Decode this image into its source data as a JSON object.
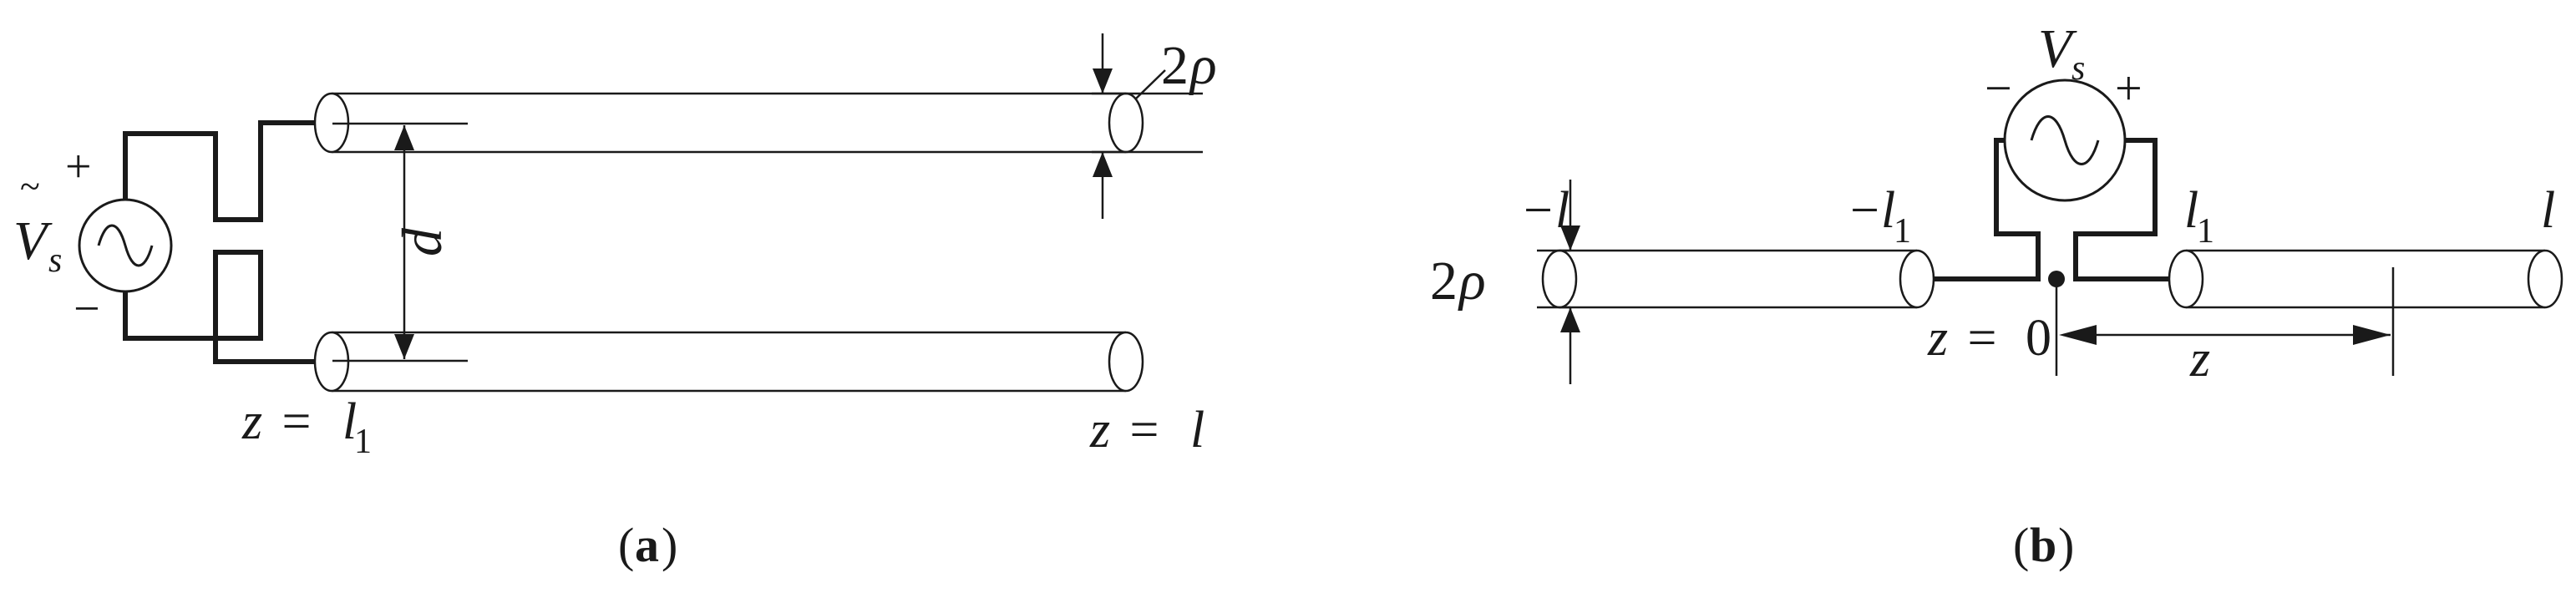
{
  "panel_a": {
    "caption_open": "(",
    "caption_letter": "a",
    "caption_close": ")",
    "source_tilde": "~",
    "source_letter": "V",
    "source_sub": "s",
    "plus": "+",
    "minus": "−",
    "diameter_num": "2",
    "diameter_sym": "ρ",
    "separation": "d",
    "left_end_z": "z",
    "left_end_eq": " = ",
    "left_end_l": "l",
    "left_end_sub": "1",
    "right_end_z": "z",
    "right_end_eq": " = ",
    "right_end_l": "l"
  },
  "panel_b": {
    "caption_open": "(",
    "caption_letter": "b",
    "caption_close": ")",
    "source_letter": "V",
    "source_sub": "s",
    "plus": "+",
    "minus": "−",
    "left_end_minus": "−",
    "left_end_l": "l",
    "inner_left_minus": "−",
    "inner_left_l": "l",
    "inner_left_sub": "1",
    "inner_right_l": "l",
    "inner_right_sub": "1",
    "right_end_l": "l",
    "diameter_num": "2",
    "diameter_sym": "ρ",
    "origin_z": "z",
    "origin_eq": " = ",
    "origin_val": "0",
    "coord_z": "z"
  }
}
